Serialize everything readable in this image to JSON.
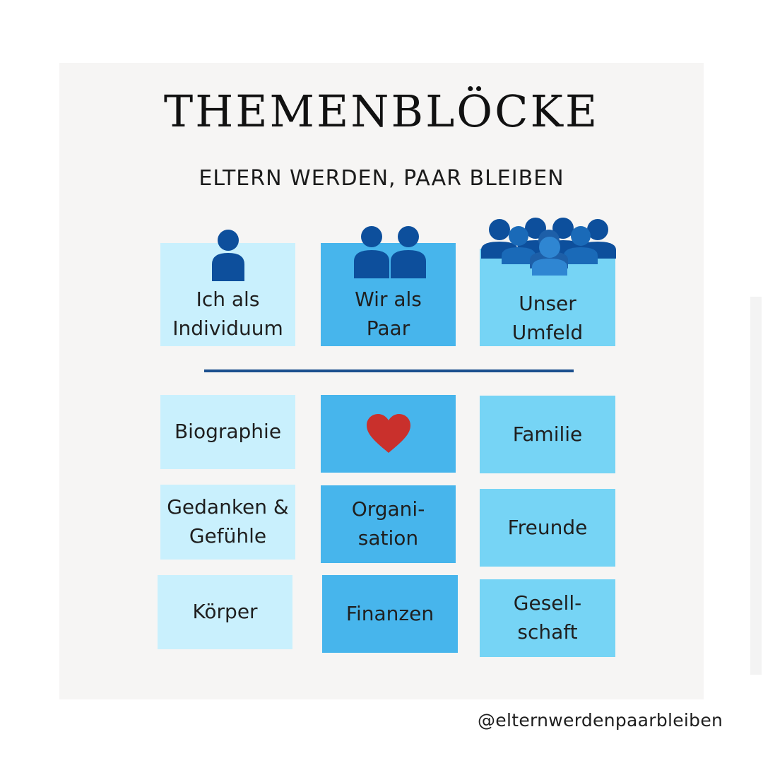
{
  "title": "THEMENBLÖCKE",
  "subtitle": "ELTERN WERDEN, PAAR BLEIBEN",
  "columns": [
    {
      "label": "Ich als Individuum",
      "icon": "person-icon",
      "color": "#c9f0fd"
    },
    {
      "label": "Wir als Paar",
      "icon": "couple-icon",
      "color": "#47b5ec"
    },
    {
      "label": "Unser Umfeld",
      "icon": "group-icon",
      "color": "#76d4f5"
    }
  ],
  "topics": {
    "individuum": [
      "Biographie",
      "Gedanken & Gefühle",
      "Körper"
    ],
    "paar": [
      "heart-icon",
      "Organi-\nsation",
      "Finanzen"
    ],
    "umfeld": [
      "Familie",
      "Freunde",
      "Gesell-\nschaft"
    ]
  },
  "colors": {
    "icon_dark": "#0d4f9c",
    "icon_light": "#2f86d2",
    "heart": "#c9302c",
    "divider": "#1b4f8e"
  },
  "handle": "@elternwerdenpaarbleiben"
}
